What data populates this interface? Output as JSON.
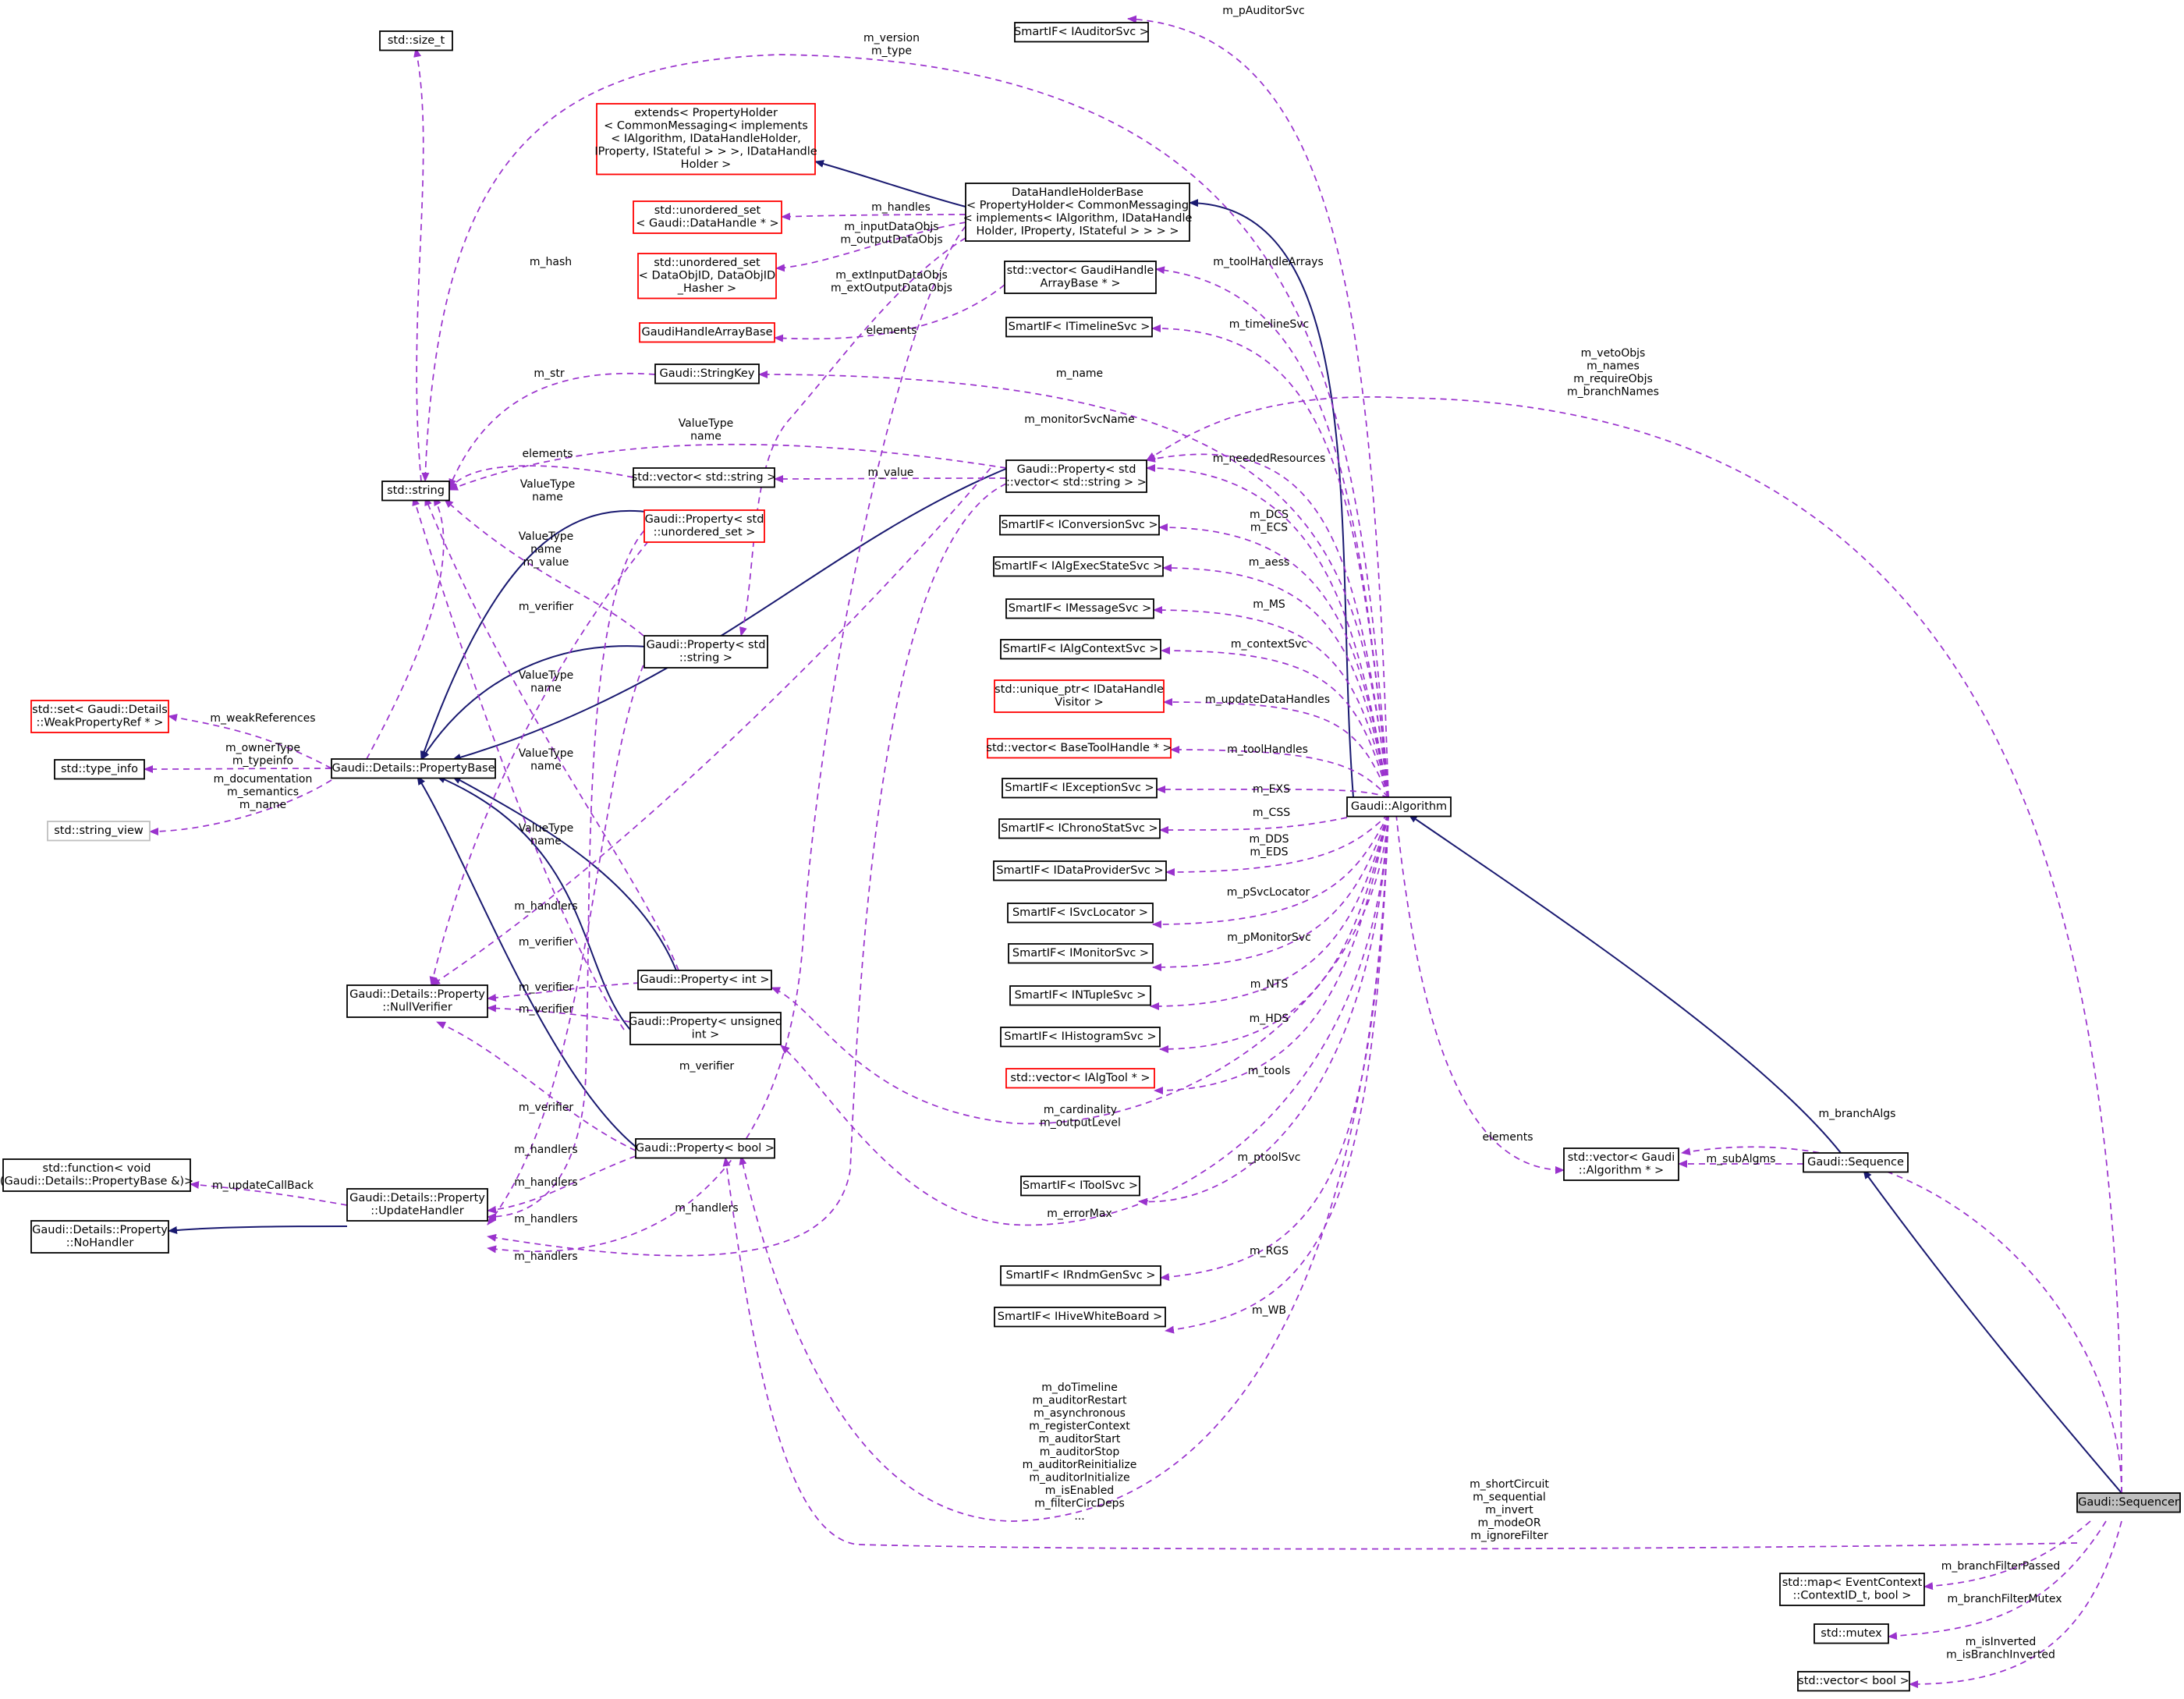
{
  "colors": {
    "usage_edge": "#9a32cd",
    "inheritance_edge": "#191970",
    "incomplete_border": "#ff0000",
    "external_border": "#bfbfbf",
    "highlight_fill": "#bfbfbf"
  },
  "nodes": {
    "sequencer": [
      "Gaudi::Sequencer"
    ],
    "sequence": [
      "Gaudi::Sequence"
    ],
    "algorithm": [
      "Gaudi::Algorithm"
    ],
    "vector_algorithm": [
      "std::vector< Gaudi",
      "::Algorithm * >"
    ],
    "map_branch": [
      "std::map< EventContext",
      "::ContextID_t, bool >"
    ],
    "mutex": [
      "std::mutex"
    ],
    "vector_bool": [
      "std::vector< bool >"
    ],
    "auditor_svc": [
      "SmartIF< IAuditorSvc >"
    ],
    "size_t": [
      "std::size_t"
    ],
    "extends": [
      "extends< PropertyHolder",
      "< CommonMessaging< implements",
      "< IAlgorithm, IDataHandleHolder,",
      "IProperty, IStateful > > >, IDataHandle",
      "Holder >"
    ],
    "dh_holder_base": [
      "DataHandleHolderBase",
      "< PropertyHolder< CommonMessaging",
      "< implements< IAlgorithm, IDataHandle",
      "Holder, IProperty, IStateful > > > >"
    ],
    "unordered_set_dh": [
      "std::unordered_set",
      "< Gaudi::DataHandle * >"
    ],
    "unordered_set_objid": [
      "std::unordered_set",
      "< DataObjID, DataObjID",
      "_Hasher >"
    ],
    "vector_handle_array": [
      "std::vector< GaudiHandle",
      "ArrayBase * >"
    ],
    "handle_array_base": [
      "GaudiHandleArrayBase"
    ],
    "timeline_svc": [
      "SmartIF< ITimelineSvc >"
    ],
    "string_key": [
      "Gaudi::StringKey"
    ],
    "string": [
      "std::string"
    ],
    "vector_string": [
      "std::vector< std::string >"
    ],
    "prop_vector_string": [
      "Gaudi::Property< std",
      "::vector< std::string > >"
    ],
    "conversion_svc": [
      "SmartIF< IConversionSvc >"
    ],
    "prop_unordered_set": [
      "Gaudi::Property< std",
      "::unordered_set >"
    ],
    "alg_exec_state_svc": [
      "SmartIF< IAlgExecStateSvc >"
    ],
    "message_svc": [
      "SmartIF< IMessageSvc >"
    ],
    "prop_string": [
      "Gaudi::Property< std",
      "::string >"
    ],
    "alg_context_svc": [
      "SmartIF< IAlgContextSvc >"
    ],
    "unique_ptr_visitor": [
      "std::unique_ptr< IDataHandle",
      "Visitor >"
    ],
    "set_weak": [
      "std::set< Gaudi::Details",
      "::WeakPropertyRef * >"
    ],
    "vector_tool_handle": [
      "std::vector< BaseToolHandle * >"
    ],
    "type_info": [
      "std::type_info"
    ],
    "property_base": [
      "Gaudi::Details::PropertyBase"
    ],
    "exception_svc": [
      "SmartIF< IExceptionSvc >"
    ],
    "string_view": [
      "std::string_view"
    ],
    "chrono_stat_svc": [
      "SmartIF< IChronoStatSvc >"
    ],
    "data_provider_svc": [
      "SmartIF< IDataProviderSvc >"
    ],
    "svc_locator": [
      "SmartIF< ISvcLocator >"
    ],
    "monitor_svc": [
      "SmartIF< IMonitorSvc >"
    ],
    "prop_int": [
      "Gaudi::Property< int >"
    ],
    "null_verifier": [
      "Gaudi::Details::Property",
      "::NullVerifier"
    ],
    "ntuple_svc": [
      "SmartIF< INTupleSvc >"
    ],
    "prop_unsigned": [
      "Gaudi::Property< unsigned",
      "int >"
    ],
    "histogram_svc": [
      "SmartIF< IHistogramSvc >"
    ],
    "vector_alg_tool": [
      "std::vector< IAlgTool * >"
    ],
    "prop_bool": [
      "Gaudi::Property< bool >"
    ],
    "function_cb": [
      "std::function< void",
      "(Gaudi::Details::PropertyBase &)>"
    ],
    "update_handler": [
      "Gaudi::Details::Property",
      "::UpdateHandler"
    ],
    "tool_svc": [
      "SmartIF< IToolSvc >"
    ],
    "no_handler": [
      "Gaudi::Details::Property",
      "::NoHandler"
    ],
    "rndm_gen_svc": [
      "SmartIF< IRndmGenSvc >"
    ],
    "hive_whiteboard": [
      "SmartIF< IHiveWhiteBoard >"
    ]
  },
  "labels": {
    "auditor": [
      "m_pAuditorSvc"
    ],
    "version": [
      "m_version",
      "m_type"
    ],
    "handles": [
      "m_handles"
    ],
    "input_objs": [
      "m_inputDataObjs",
      "m_outputDataObjs"
    ],
    "ext_objs": [
      "m_extInputDataObjs",
      "m_extOutputDataObjs"
    ],
    "hash": [
      "m_hash"
    ],
    "elements_gh": [
      "elements"
    ],
    "tool_handle_arrays": [
      "m_toolHandleArrays"
    ],
    "timeline": [
      "m_timelineSvc"
    ],
    "name": [
      "m_name"
    ],
    "str": [
      "m_str"
    ],
    "monitor_svc_name": [
      "m_monitorSvcName"
    ],
    "valuetype_top": [
      "ValueType",
      "name"
    ],
    "elements_vs": [
      "elements"
    ],
    "value": [
      "m_value"
    ],
    "needed_resources": [
      "m_neededResources"
    ],
    "veto": [
      "m_vetoObjs",
      "m_names",
      "m_requireObjs",
      "m_branchNames"
    ],
    "vt_us": [
      "ValueType",
      "name"
    ],
    "vt_us_value": [
      "ValueType",
      "name",
      "m_value"
    ],
    "dcs": [
      "m_DCS",
      "m_ECS"
    ],
    "aess": [
      "m_aess"
    ],
    "verifier_us": [
      "m_verifier"
    ],
    "ms": [
      "m_MS"
    ],
    "context_svc": [
      "m_contextSvc"
    ],
    "vt_ps": [
      "ValueType",
      "name"
    ],
    "update_dh": [
      "m_updateDataHandles"
    ],
    "weak_refs": [
      "m_weakReferences"
    ],
    "tool_handles": [
      "m_toolHandles"
    ],
    "vt_pi": [
      "ValueType",
      "name"
    ],
    "owner_type": [
      "m_ownerType",
      "m_typeinfo"
    ],
    "documentation": [
      "m_documentation",
      "m_semantics",
      "m_name"
    ],
    "exs": [
      "m_EXS"
    ],
    "css": [
      "m_CSS"
    ],
    "vt_pu": [
      "ValueType",
      "name"
    ],
    "dds": [
      "m_DDS",
      "m_EDS"
    ],
    "svc_locator": [
      "m_pSvcLocator"
    ],
    "handlers_1": [
      "m_handlers"
    ],
    "monitor": [
      "m_pMonitorSvc"
    ],
    "verifier_1": [
      "m_verifier"
    ],
    "verifier_2": [
      "m_verifier"
    ],
    "nts": [
      "m_NTS"
    ],
    "verifier_3": [
      "m_verifier"
    ],
    "hds": [
      "m_HDS"
    ],
    "verifier_4": [
      "m_verifier"
    ],
    "tools": [
      "m_tools"
    ],
    "cardinality": [
      "m_cardinality",
      "m_outputLevel"
    ],
    "verifier_5": [
      "m_verifier"
    ],
    "elements_alg": [
      "elements"
    ],
    "branch_algs": [
      "m_branchAlgs"
    ],
    "handlers_2": [
      "m_handlers"
    ],
    "sub_algms": [
      "m_subAlgms"
    ],
    "ptoolsvc": [
      "m_ptoolSvc"
    ],
    "update_callback": [
      "m_updateCallBack"
    ],
    "handlers_3": [
      "m_handlers"
    ],
    "error_max": [
      "m_errorMax"
    ],
    "handlers_4": [
      "m_handlers"
    ],
    "handlers_5": [
      "m_handlers"
    ],
    "handlers_6": [
      "m_handlers"
    ],
    "rgs": [
      "m_RGS"
    ],
    "wb": [
      "m_WB"
    ],
    "do_timeline": [
      "m_doTimeline",
      "m_auditorRestart",
      "m_asynchronous",
      "m_registerContext",
      "m_auditorStart",
      "m_auditorStop",
      "m_auditorReinitialize",
      "m_auditorInitialize",
      "m_isEnabled",
      "m_filterCircDeps",
      "..."
    ],
    "short_circuit": [
      "m_shortCircuit",
      "m_sequential",
      "m_invert",
      "m_modeOR",
      "m_ignoreFilter"
    ],
    "branch_filter_passed": [
      "m_branchFilterPassed"
    ],
    "branch_filter_mutex": [
      "m_branchFilterMutex"
    ],
    "is_inverted": [
      "m_isInverted",
      "m_isBranchInverted"
    ]
  }
}
